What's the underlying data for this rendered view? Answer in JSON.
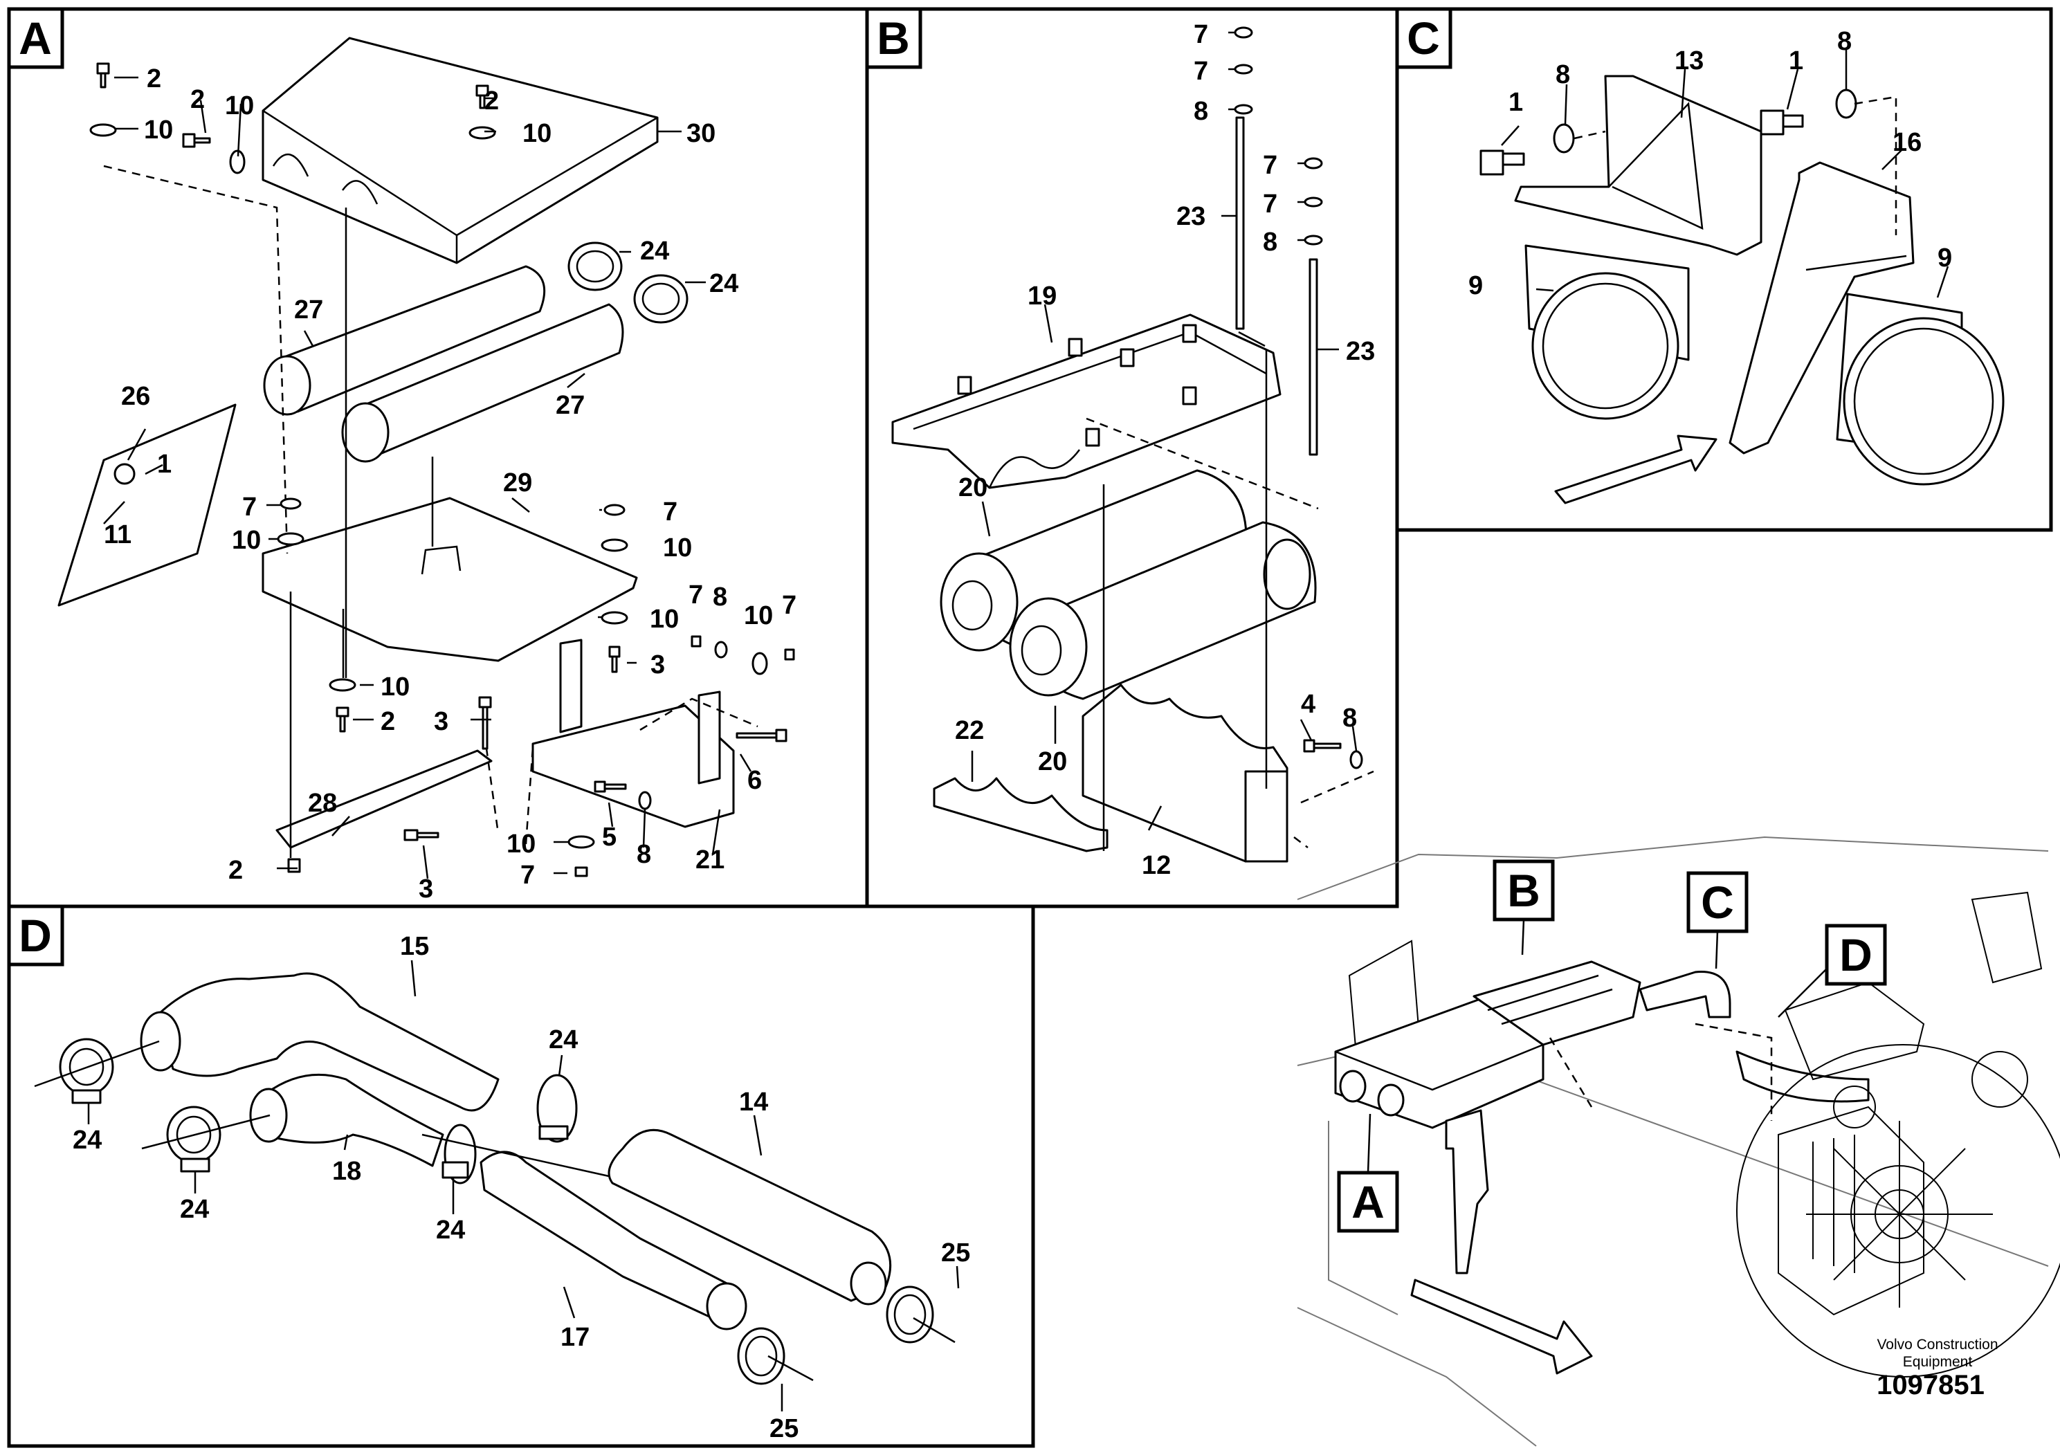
{
  "panels": {
    "A": {
      "letter": "A",
      "labels": [
        "2",
        "10",
        "2",
        "10",
        "2",
        "10",
        "30",
        "24",
        "24",
        "27",
        "27",
        "26",
        "1",
        "11",
        "7",
        "10",
        "29",
        "7",
        "10",
        "10",
        "7",
        "8",
        "10",
        "7",
        "3",
        "10",
        "2",
        "3",
        "28",
        "6",
        "5",
        "8",
        "21",
        "2",
        "3",
        "10",
        "7"
      ]
    },
    "B": {
      "letter": "B",
      "labels": [
        "7",
        "7",
        "8",
        "7",
        "7",
        "8",
        "23",
        "23",
        "19",
        "20",
        "20",
        "22",
        "12",
        "4",
        "8"
      ]
    },
    "C": {
      "letter": "C",
      "labels": [
        "1",
        "8",
        "13",
        "1",
        "8",
        "16",
        "9",
        "9"
      ]
    },
    "D": {
      "letter": "D",
      "labels": [
        "15",
        "24",
        "24",
        "14",
        "24",
        "18",
        "24",
        "25",
        "17",
        "25"
      ]
    }
  },
  "overview": {
    "callouts": [
      "B",
      "C",
      "D",
      "A"
    ],
    "brand_line1": "Volvo Construction",
    "brand_line2": "Equipment",
    "document_number": "1097851"
  },
  "colors": {
    "ink": "#000000",
    "paper": "#ffffff"
  },
  "icons": [
    "hex-bolt-icon",
    "washer-icon",
    "nut-icon",
    "hose-clamp-icon",
    "direction-arrow-icon"
  ]
}
